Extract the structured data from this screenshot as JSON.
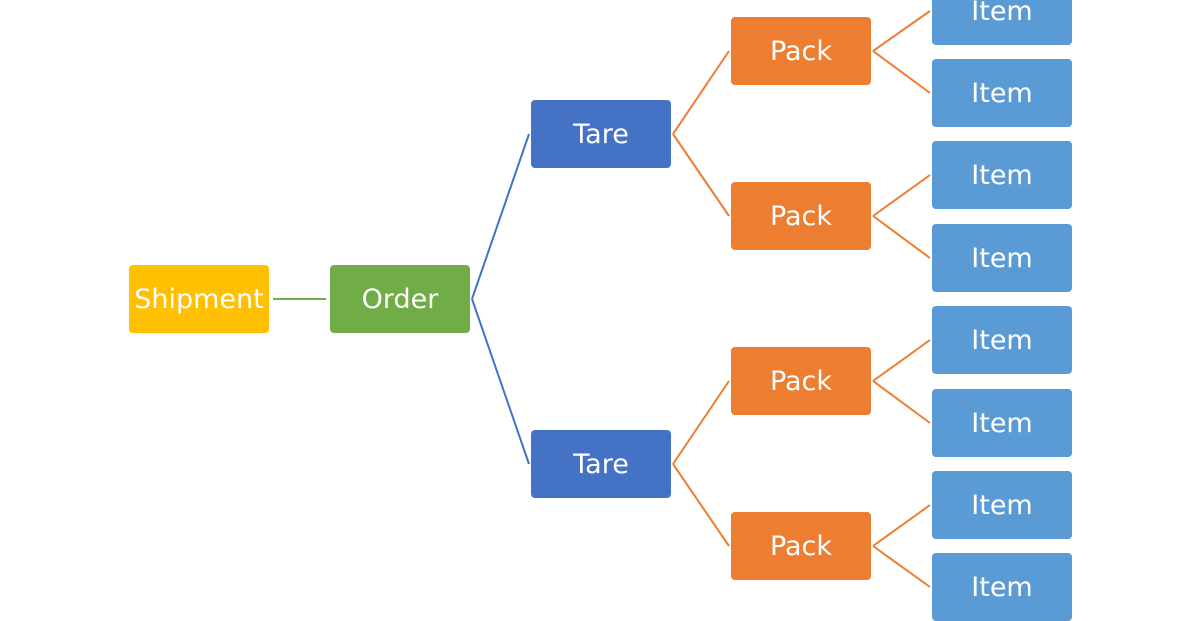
{
  "colors": {
    "shipment": "#FFC000",
    "order": "#70AD47",
    "tare": "#4472C4",
    "pack": "#ED7D31",
    "item": "#5B9BD5",
    "connector_order": "#70AD47",
    "connector_tare": "#4472C4",
    "connector_pack": "#ED7D31"
  },
  "nodes": {
    "shipment": "Shipment",
    "order": "Order",
    "tares": [
      "Tare",
      "Tare"
    ],
    "packs": [
      "Pack",
      "Pack",
      "Pack",
      "Pack"
    ],
    "items": [
      "Item",
      "Item",
      "Item",
      "Item",
      "Item",
      "Item",
      "Item",
      "Item"
    ]
  }
}
